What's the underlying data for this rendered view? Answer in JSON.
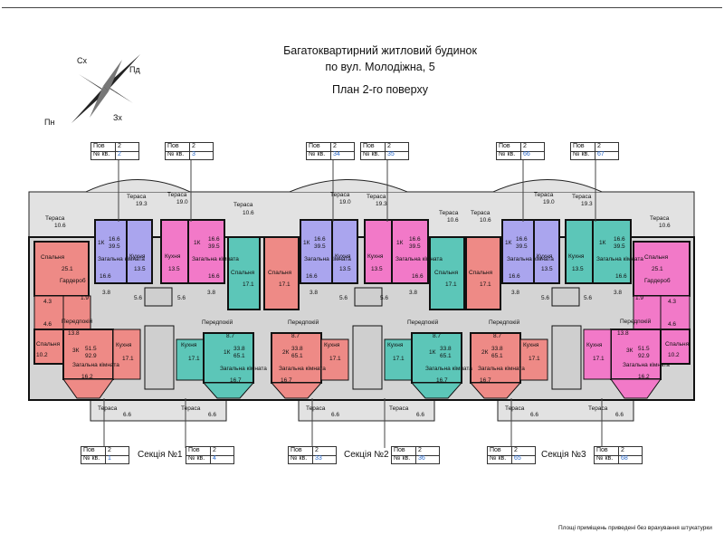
{
  "title": {
    "line1": "Багатоквартирний житловий будинок",
    "line2": "по вул. Молодіжна, 5",
    "line3": "План 2-го поверху"
  },
  "compass": {
    "north": "Пн",
    "south": "Пд",
    "east": "Сх",
    "west": "Зх"
  },
  "labels": {
    "floor": "Пов",
    "apt": "№ кв."
  },
  "apartments_top": [
    {
      "floor": "2",
      "apt": "2"
    },
    {
      "floor": "2",
      "apt": "3"
    },
    {
      "floor": "2",
      "apt": "34"
    },
    {
      "floor": "2",
      "apt": "35"
    },
    {
      "floor": "2",
      "apt": "66"
    },
    {
      "floor": "2",
      "apt": "67"
    }
  ],
  "apartments_bottom": [
    {
      "floor": "2",
      "apt": "1"
    },
    {
      "floor": "2",
      "apt": "4"
    },
    {
      "floor": "2",
      "apt": "33"
    },
    {
      "floor": "2",
      "apt": "36"
    },
    {
      "floor": "2",
      "apt": "65"
    },
    {
      "floor": "2",
      "apt": "68"
    }
  ],
  "sections": [
    "Секція №1",
    "Секція №2",
    "Секція №3"
  ],
  "rooms": {
    "terrace": "Тераса",
    "bedroom": "Спальня",
    "living": "Загальна кімната",
    "kitchen": "Кухня",
    "hall": "Передпокій",
    "wardrobe": "Гардероб"
  },
  "areas": {
    "terrace_top_big": "19.3",
    "terrace_top_mid": "19.0",
    "terrace_side": "10.6",
    "terrace_bottom": "6.6",
    "bedroom_big": "25.1",
    "bedroom_mid": "17.1",
    "bedroom_small": "10.2",
    "living_1k": "16.6",
    "kitchen_1k": "13.5",
    "hall_big": "13.8",
    "hall_mid": "8.7",
    "living_3k": "16.2",
    "kitchen_3k": "17.1",
    "living_2k": "16.7",
    "wardrobe": "1.9",
    "bath": "3.8",
    "wc": "5.6",
    "closet": "4.6",
    "small": "4.3"
  },
  "apt_types": {
    "a1k": {
      "type": "1К",
      "living": "16.6",
      "total": "39.5"
    },
    "a3k": {
      "type": "3К",
      "living": "51.5",
      "total": "92.9"
    },
    "a1k_b": {
      "type": "1К",
      "living": "33.8",
      "total": "65.1"
    },
    "a2k": {
      "type": "2К",
      "living": "33.8",
      "total": "65.1"
    }
  },
  "footnote": "Площі приміщень приведені без врахування штукатурки",
  "colors": {
    "coral": "#ee8a86",
    "lavender": "#aaa5ee",
    "pink": "#f279c8",
    "teal": "#5cc6b8",
    "wall": "#1a1a1a",
    "terrace": "#dcdcdc",
    "stair": "#cfcfcf"
  }
}
